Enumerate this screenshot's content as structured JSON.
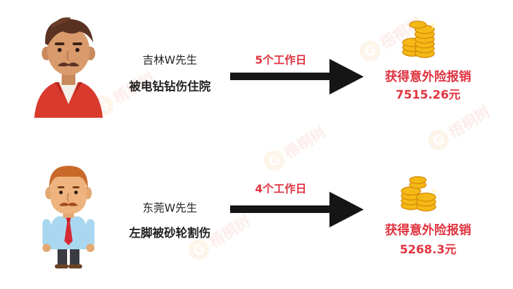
{
  "cases": [
    {
      "name": "吉林W先生",
      "injury": "被电钻钻伤住院",
      "days": "5个工作日",
      "result_label": "获得意外险报销",
      "amount": "7515.26元"
    },
    {
      "name": "东莞W先生",
      "injury": "左脚被砂轮割伤",
      "days": "4个工作日",
      "result_label": "获得意外险报销",
      "amount": "5268.3元"
    }
  ],
  "watermark": {
    "text": "梧桐树",
    "logo_glyph": "G"
  },
  "colors": {
    "accent_red": "#e0333f",
    "arrow": "#151515",
    "coin_gold": "#f5b915",
    "watermark": "#e5482a"
  },
  "icons": [
    "man-red-shirt-avatar-icon",
    "man-tie-avatar-icon",
    "arrow-right-icon",
    "gold-coins-icon"
  ]
}
